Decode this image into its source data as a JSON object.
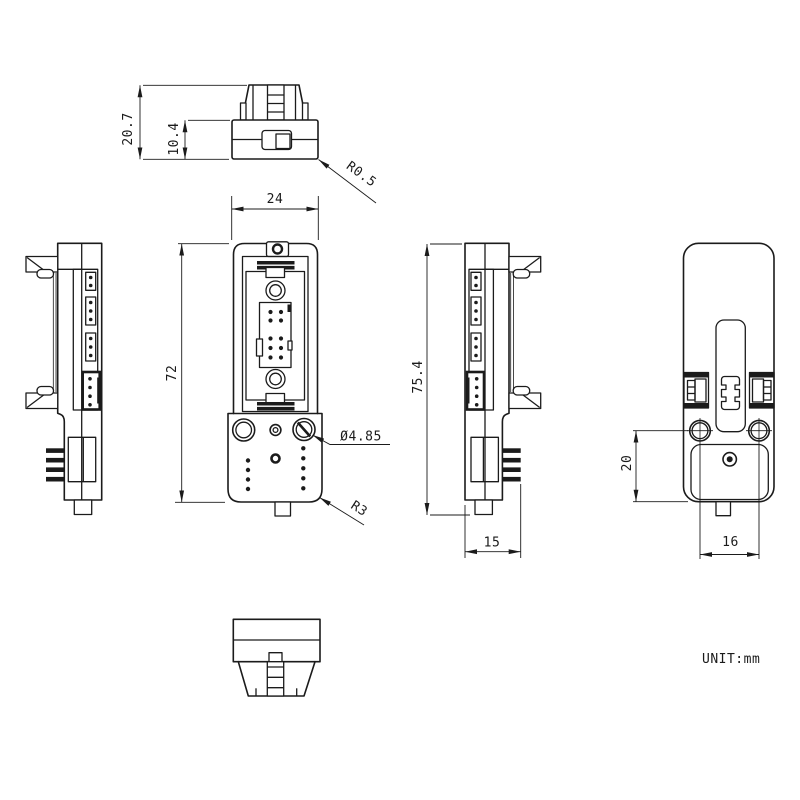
{
  "drawing": {
    "unit_note": "UNIT:mm",
    "colors": {
      "line": "#1b1b1b",
      "background": "#ffffff"
    },
    "dimensions": {
      "top_view_overall_height": "20.7",
      "top_view_base_height": "10.4",
      "top_view_corner_radius": "R0.5",
      "front_width": "24",
      "front_body_height": "72",
      "screw_hole_diameter": "Ø4.85",
      "body_corner_radius": "R3",
      "side_overall_height": "75.4",
      "side_depth": "15",
      "rear_lower_section_height": "20",
      "rear_screw_spacing": "16"
    }
  }
}
